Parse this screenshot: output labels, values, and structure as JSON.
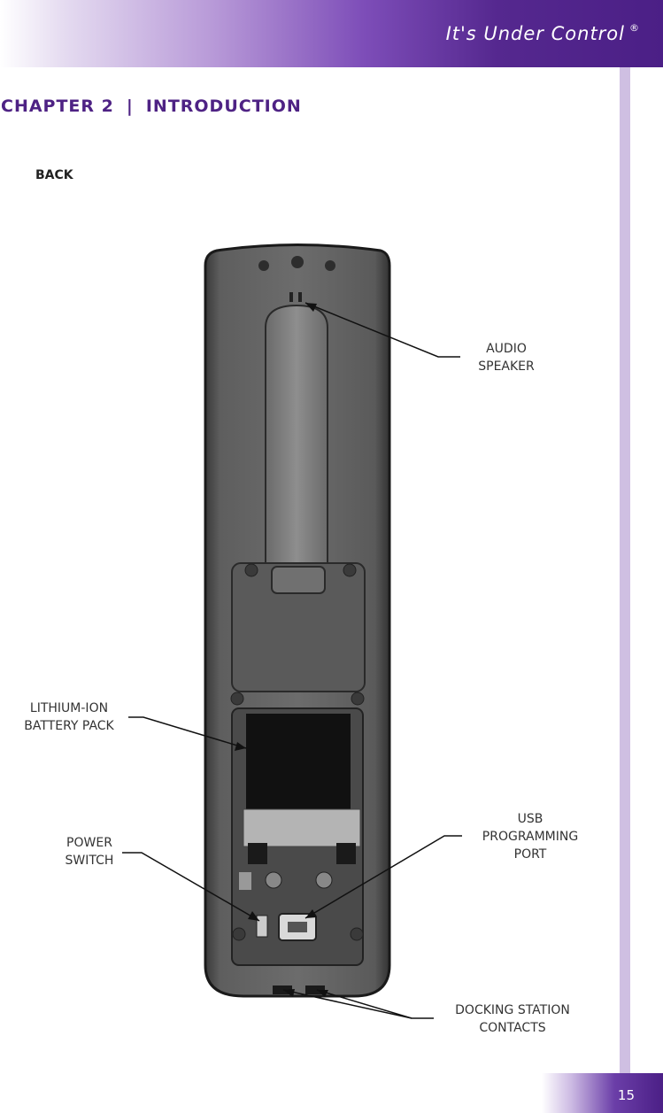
{
  "header": {
    "tagline": "It's Under Control",
    "registered_mark": "®"
  },
  "chapter": {
    "label": "CHAPTER 2",
    "separator": "|",
    "title": "INTRODUCTION"
  },
  "section_title": "BACK",
  "callouts": {
    "audio_speaker": [
      "AUDIO",
      "SPEAKER"
    ],
    "battery_pack": [
      "LITHIUM-ION",
      "BATTERY PACK"
    ],
    "power_switch": [
      "POWER",
      "SWITCH"
    ],
    "usb_port": [
      "USB",
      "PROGRAMMING",
      "PORT"
    ],
    "docking_contacts": [
      "DOCKING STATION",
      "CONTACTS"
    ]
  },
  "footer": {
    "page_number": "15"
  }
}
